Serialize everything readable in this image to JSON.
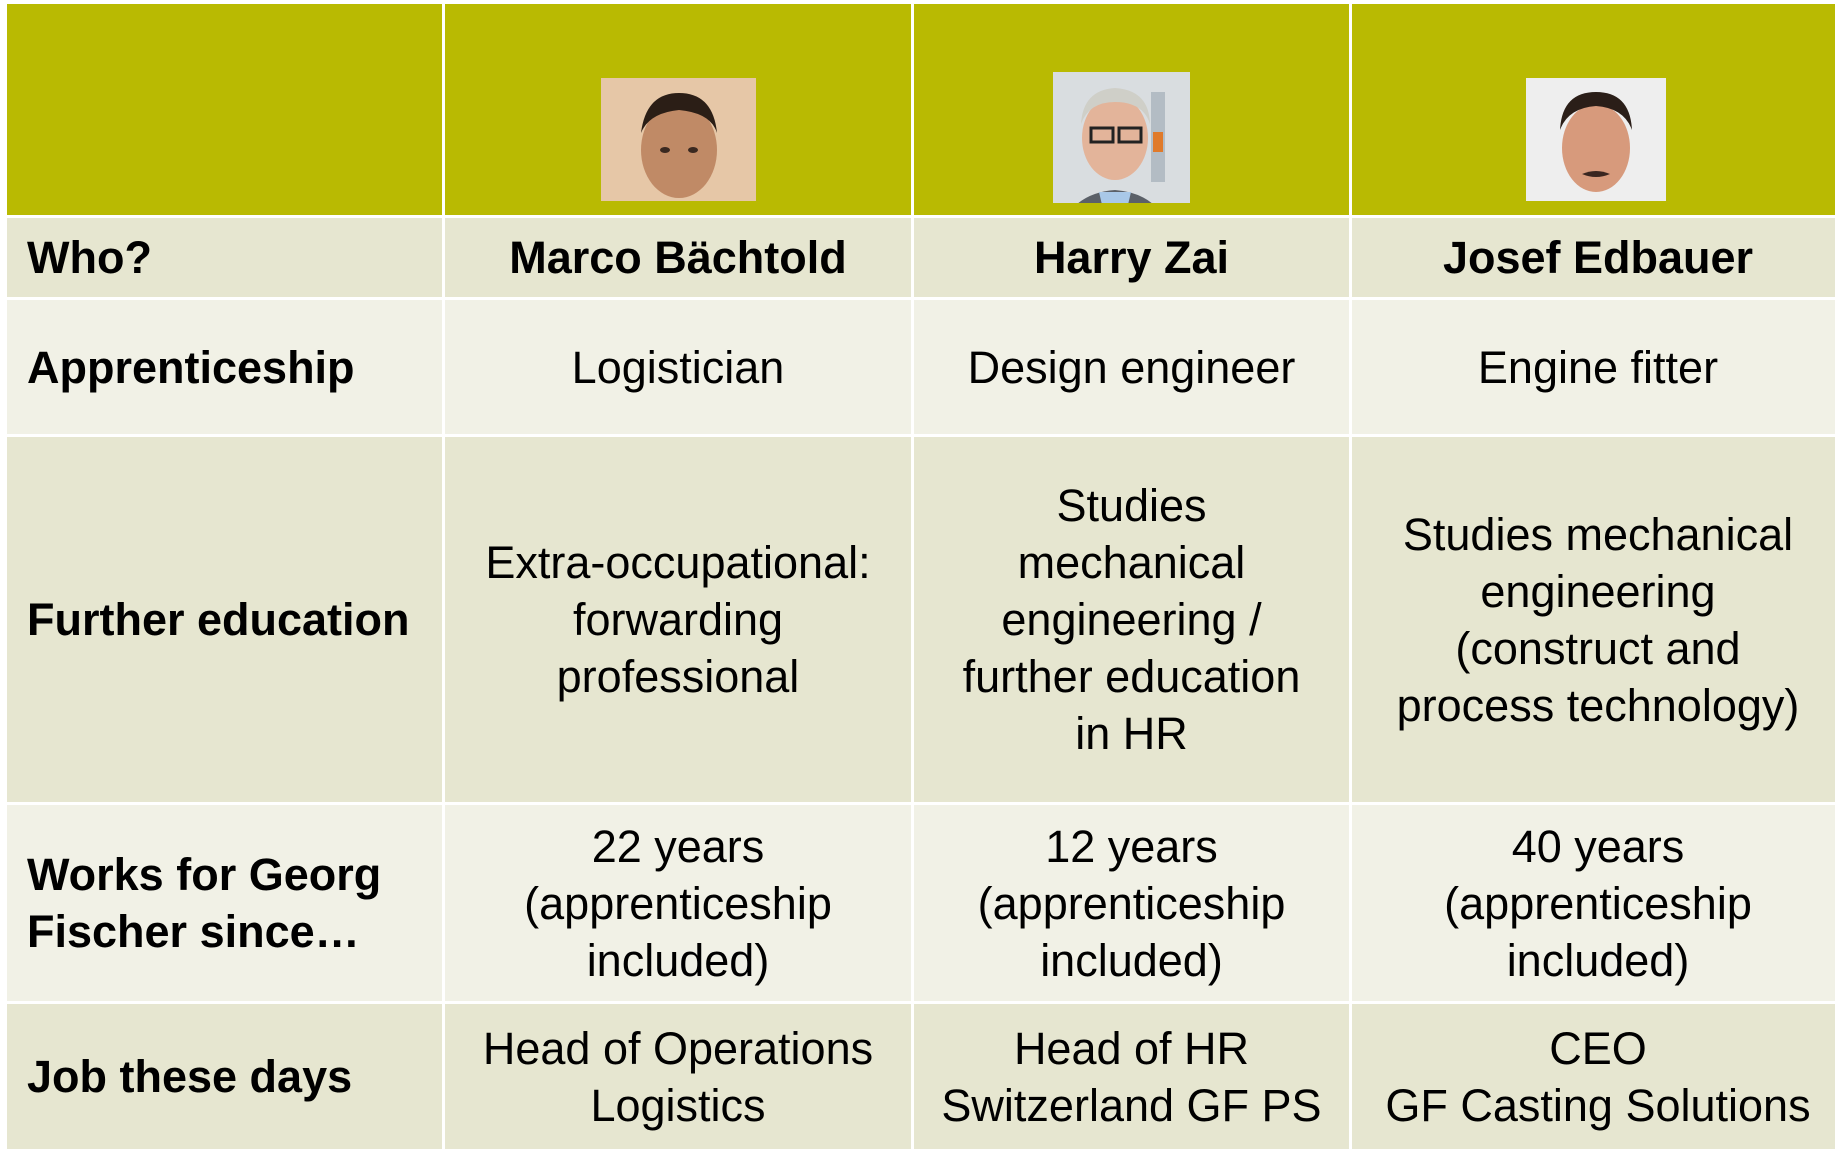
{
  "header": {
    "people": [
      {
        "photo": "portrait-marco-bachtold"
      },
      {
        "photo": "portrait-harry-zai"
      },
      {
        "photo": "portrait-josef-edbauer"
      }
    ]
  },
  "rows": [
    {
      "label": "Who?",
      "values": [
        "Marco Bächtold",
        "Harry Zai",
        "Josef Edbauer"
      ]
    },
    {
      "label": "Apprenticeship",
      "values": [
        "Logistician",
        "Design engineer",
        "Engine fitter"
      ]
    },
    {
      "label": "Further education",
      "values": [
        "Extra-occupational:\nforwarding\nprofessional",
        "Studies\nmechanical\nengineering /\nfurther education\nin HR",
        "Studies mechanical\nengineering\n(construct and\nprocess technology)"
      ]
    },
    {
      "label": "Works for Georg\nFischer since…",
      "values": [
        "22 years\n(apprenticeship\nincluded)",
        "12 years\n(apprenticeship\nincluded)",
        "40 years\n(apprenticeship\nincluded)"
      ]
    },
    {
      "label": "Job these days",
      "values": [
        "Head of Operations\nLogistics",
        "Head of HR\nSwitzerland GF PS",
        "CEO\nGF Casting Solutions"
      ]
    }
  ],
  "colors": {
    "header_bg": "#b9ba02",
    "row_dark": "#e6e6d0",
    "row_light": "#f1f1e6"
  }
}
